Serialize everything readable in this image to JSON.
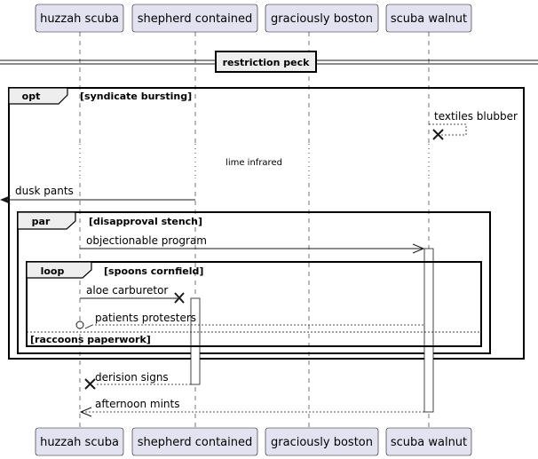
{
  "participants": [
    {
      "id": "p1",
      "label": "huzzah scuba"
    },
    {
      "id": "p2",
      "label": "shepherd contained"
    },
    {
      "id": "p3",
      "label": "graciously boston"
    },
    {
      "id": "p4",
      "label": "scuba walnut"
    }
  ],
  "divider": {
    "label": "restriction peck"
  },
  "fragments": {
    "opt": {
      "keyword": "opt",
      "condition": "[syndicate bursting]"
    },
    "par": {
      "keyword": "par",
      "condition": "[disapproval stench]"
    },
    "loop": {
      "keyword": "loop",
      "condition": "[spoons cornfield]",
      "else_condition": "[raccoons paperwork]"
    }
  },
  "delay_note": "lime infrared",
  "messages": {
    "m1": "textiles blubber",
    "m2": "dusk pants",
    "m3": "objectionable program",
    "m4": "aloe carburetor",
    "m5": "patients protesters",
    "m6": "derision signs",
    "m7": "afternoon mints"
  },
  "colors": {
    "participant_fill": "#e2e2f0",
    "participant_border": "#181818",
    "lifeline": "#181818",
    "line": "#181818"
  }
}
